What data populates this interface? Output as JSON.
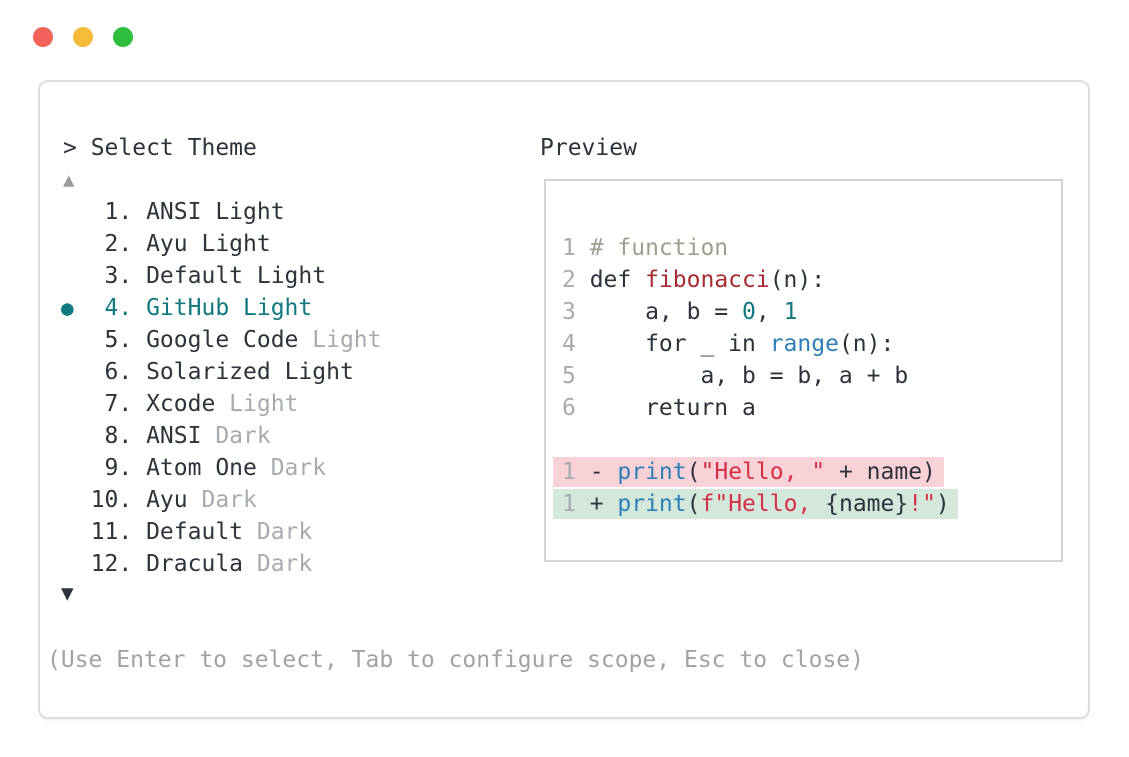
{
  "window": {
    "traffic_lights": [
      {
        "name": "close",
        "color": "#f0625a"
      },
      {
        "name": "minimize",
        "color": "#f6bb39"
      },
      {
        "name": "zoom",
        "color": "#2fbf3f"
      }
    ]
  },
  "theme_picker": {
    "prompt": "> Select Theme",
    "scroll_up_indicator": "▲",
    "scroll_down_indicator": "▼",
    "selected_indicator": "●",
    "items": [
      {
        "num": "1",
        "name": "ANSI",
        "suffix": "Light",
        "muted_suffix": false,
        "selected": false
      },
      {
        "num": "2",
        "name": "Ayu",
        "suffix": "Light",
        "muted_suffix": false,
        "selected": false
      },
      {
        "num": "3",
        "name": "Default",
        "suffix": "Light",
        "muted_suffix": false,
        "selected": false
      },
      {
        "num": "4",
        "name": "GitHub",
        "suffix": "Light",
        "muted_suffix": false,
        "selected": true
      },
      {
        "num": "5",
        "name": "Google Code",
        "suffix": "Light",
        "muted_suffix": true,
        "selected": false
      },
      {
        "num": "6",
        "name": "Solarized",
        "suffix": "Light",
        "muted_suffix": false,
        "selected": false
      },
      {
        "num": "7",
        "name": "Xcode",
        "suffix": "Light",
        "muted_suffix": true,
        "selected": false
      },
      {
        "num": "8",
        "name": "ANSI",
        "suffix": "Dark",
        "muted_suffix": true,
        "selected": false
      },
      {
        "num": "9",
        "name": "Atom One",
        "suffix": "Dark",
        "muted_suffix": true,
        "selected": false
      },
      {
        "num": "10",
        "name": "Ayu",
        "suffix": "Dark",
        "muted_suffix": true,
        "selected": false
      },
      {
        "num": "11",
        "name": "Default",
        "suffix": "Dark",
        "muted_suffix": true,
        "selected": false
      },
      {
        "num": "12",
        "name": "Dracula",
        "suffix": "Dark",
        "muted_suffix": true,
        "selected": false
      }
    ]
  },
  "preview": {
    "title": "Preview",
    "code_lines": [
      {
        "ln": "1",
        "band": null,
        "tokens": [
          {
            "t": "# function",
            "c": "comment"
          }
        ]
      },
      {
        "ln": "2",
        "band": null,
        "tokens": [
          {
            "t": "def ",
            "c": "fg"
          },
          {
            "t": "fibonacci",
            "c": "func"
          },
          {
            "t": "(n):",
            "c": "fg"
          }
        ]
      },
      {
        "ln": "3",
        "band": null,
        "tokens": [
          {
            "t": "    a, b = ",
            "c": "fg"
          },
          {
            "t": "0",
            "c": "number"
          },
          {
            "t": ", ",
            "c": "fg"
          },
          {
            "t": "1",
            "c": "number"
          }
        ]
      },
      {
        "ln": "4",
        "band": null,
        "tokens": [
          {
            "t": "    for _ in ",
            "c": "fg"
          },
          {
            "t": "range",
            "c": "builtin"
          },
          {
            "t": "(n):",
            "c": "fg"
          }
        ]
      },
      {
        "ln": "5",
        "band": null,
        "tokens": [
          {
            "t": "        a, b = b, a + b",
            "c": "fg"
          }
        ]
      },
      {
        "ln": "6",
        "band": null,
        "tokens": [
          {
            "t": "    return a",
            "c": "fg"
          }
        ]
      },
      {
        "ln": "",
        "band": null,
        "tokens": []
      },
      {
        "ln": "1",
        "band": "removed",
        "tokens": [
          {
            "t": "- ",
            "c": "fg"
          },
          {
            "t": "print",
            "c": "builtin"
          },
          {
            "t": "(",
            "c": "fg"
          },
          {
            "t": "\"Hello, \"",
            "c": "string"
          },
          {
            "t": " + name)",
            "c": "fg"
          }
        ]
      },
      {
        "ln": "1",
        "band": "added",
        "tokens": [
          {
            "t": "+ ",
            "c": "fg"
          },
          {
            "t": "print",
            "c": "builtin"
          },
          {
            "t": "(",
            "c": "fg"
          },
          {
            "t": "f\"Hello, ",
            "c": "string"
          },
          {
            "t": "{name}",
            "c": "fg"
          },
          {
            "t": "!\"",
            "c": "string"
          },
          {
            "t": ")",
            "c": "fg"
          }
        ]
      }
    ]
  },
  "footer": {
    "hint": "(Use Enter to select, Tab to configure scope, Esc to close)"
  },
  "colors": {
    "accent_teal": "#10797f",
    "text": "#2d333b",
    "muted_text": "#a7abaf",
    "comment": "#9ba18e",
    "function_name": "#a72b31",
    "string": "#d62f4a",
    "builtin": "#2e7fb8",
    "diff_removed_bg": "#f8d2d6",
    "diff_added_bg": "#d3e8da"
  }
}
